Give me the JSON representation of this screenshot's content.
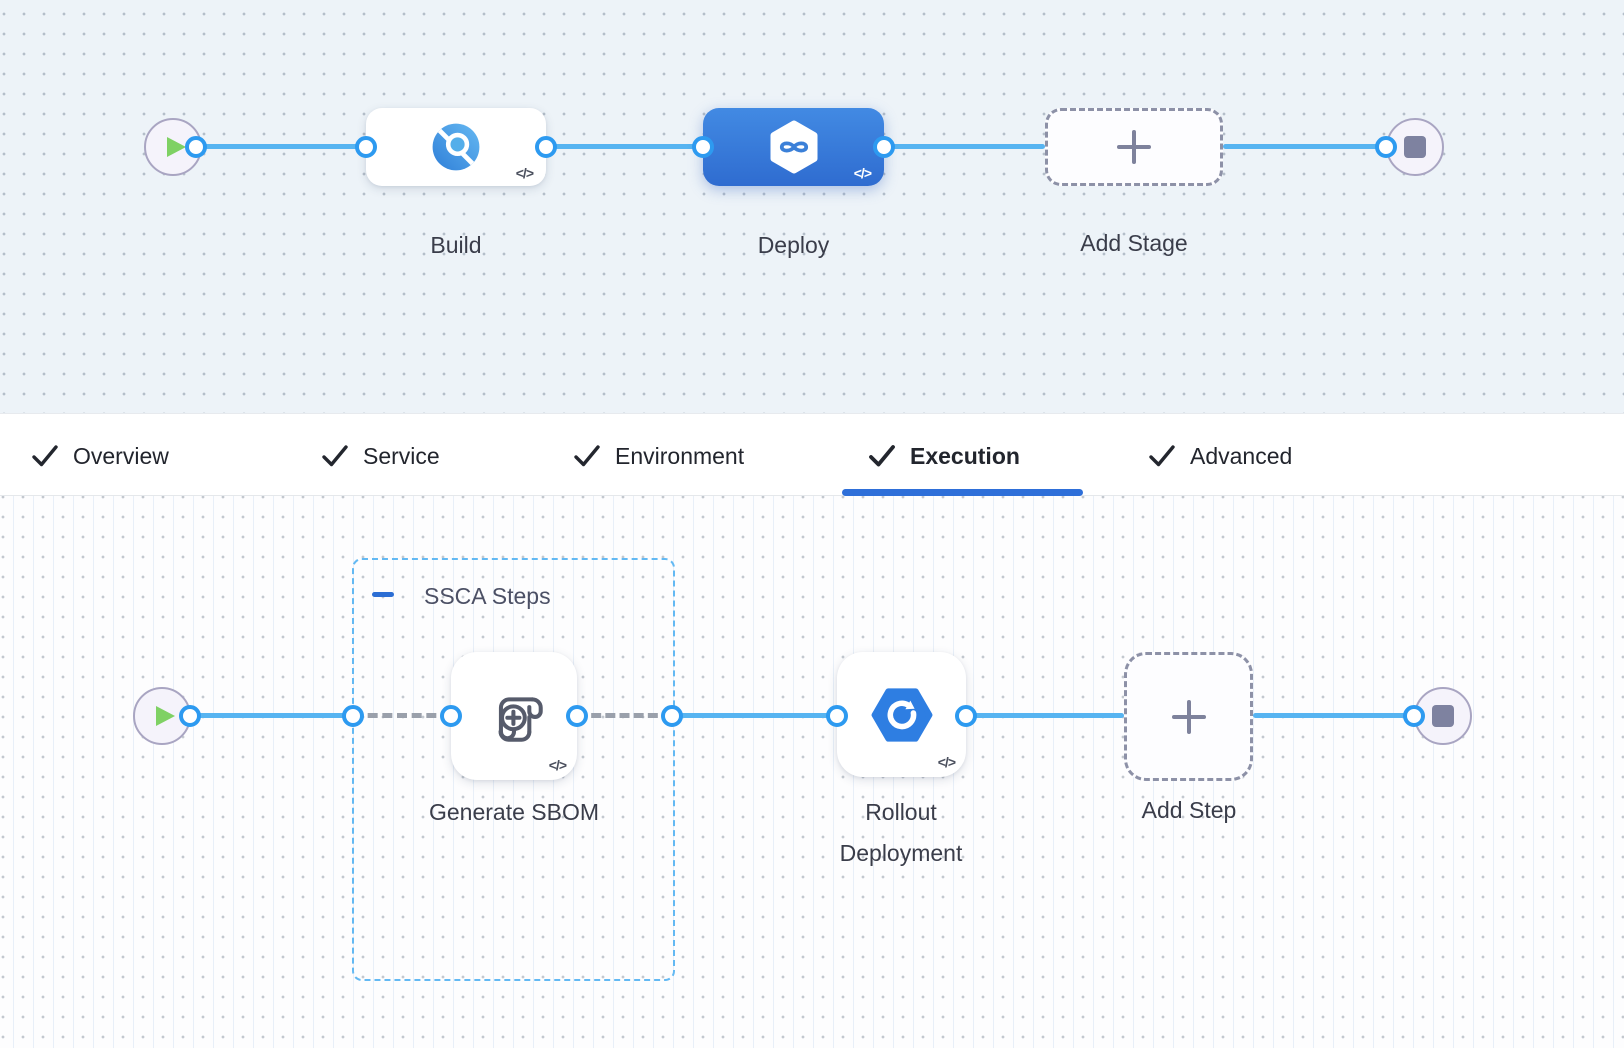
{
  "app": {
    "view": "pipeline-studio"
  },
  "icons": {
    "code_toggle": "</>"
  },
  "colors": {
    "accent_blue": "#2e6fd9",
    "selected_node_blue": "#3b82dc",
    "connector_blue": "#57b4f1",
    "port_border_blue": "#2d9af0",
    "dashed_connector_gray": "#9aa0ab",
    "group_border_blue": "#63b9f3",
    "play_green": "#7fd164",
    "stop_gray": "#7e82a0",
    "canvas_top_bg": "#edf3f8",
    "canvas_bottom_bg": "#fdfdfe"
  },
  "stage_canvas": {
    "start_node": {
      "icon": "play-icon"
    },
    "end_node": {
      "icon": "stop-icon"
    },
    "nodes": [
      {
        "id": "build",
        "label": "Build",
        "icon": "ci-build-icon",
        "state": "default"
      },
      {
        "id": "deploy",
        "label": "Deploy",
        "icon": "cd-harness-icon",
        "state": "selected"
      },
      {
        "id": "add-stage",
        "label": "Add Stage",
        "icon": "plus-icon",
        "state": "placeholder"
      }
    ]
  },
  "tab_bar": {
    "active_tab": "Execution",
    "tabs": [
      {
        "label": "Overview",
        "checked": true
      },
      {
        "label": "Service",
        "checked": true
      },
      {
        "label": "Environment",
        "checked": true
      },
      {
        "label": "Execution",
        "checked": true
      },
      {
        "label": "Advanced",
        "checked": true
      }
    ]
  },
  "execution_canvas": {
    "start_node": {
      "icon": "play-icon"
    },
    "end_node": {
      "icon": "stop-icon"
    },
    "group": {
      "label": "SSCA Steps",
      "collapse_icon": "minus-icon"
    },
    "nodes": [
      {
        "id": "generate-sbom",
        "label": "Generate SBOM",
        "icon": "sbom-scroll-icon",
        "state": "default"
      },
      {
        "id": "rollout-deployment",
        "label_lines": [
          "Rollout",
          "Deployment"
        ],
        "icon": "rollout-hexagon-icon",
        "state": "default"
      },
      {
        "id": "add-step",
        "label": "Add Step",
        "icon": "plus-icon",
        "state": "placeholder"
      }
    ]
  }
}
